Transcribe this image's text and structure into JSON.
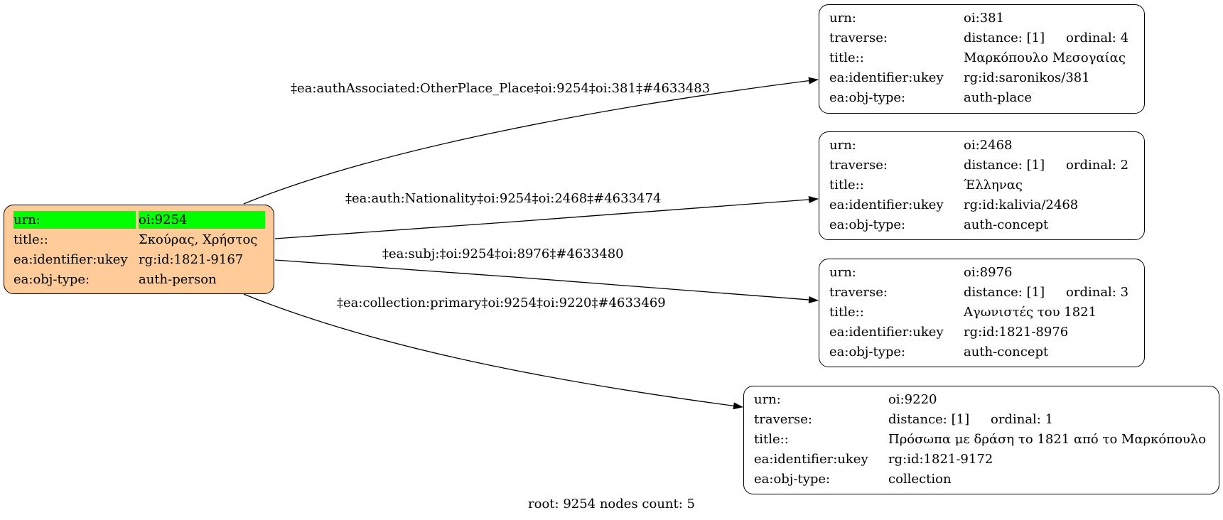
{
  "root": {
    "rows": [
      {
        "key": "urn:",
        "value": "oi:9254",
        "highlight": true
      },
      {
        "key": "title::",
        "value": "Σκούρας, Χρήστος"
      },
      {
        "key": "ea:identifier:ukey",
        "value": "rg:id:1821-9167"
      },
      {
        "key": "ea:obj-type:",
        "value": "auth-person"
      }
    ],
    "fill_color": "#ffcc99",
    "highlight_color": "#00ff00"
  },
  "targets": [
    {
      "urn_key": "urn:",
      "urn": "oi:381",
      "traverse_key": "traverse:",
      "distance": "distance: [1]",
      "ordinal": "ordinal: 4",
      "title_key": "title::",
      "title": "Μαρκόπουλο Μεσογαίας",
      "ukey_key": "ea:identifier:ukey",
      "ukey": "rg:id:saronikos/381",
      "type_key": "ea:obj-type:",
      "type": "auth-place",
      "edge_label": "‡ea:authAssociated:OtherPlace_Place‡oi:9254‡oi:381‡#4633483"
    },
    {
      "urn_key": "urn:",
      "urn": "oi:2468",
      "traverse_key": "traverse:",
      "distance": "distance: [1]",
      "ordinal": "ordinal: 2",
      "title_key": "title::",
      "title": "Έλληνας",
      "ukey_key": "ea:identifier:ukey",
      "ukey": "rg:id:kalivia/2468",
      "type_key": "ea:obj-type:",
      "type": "auth-concept",
      "edge_label": "‡ea:auth:Nationality‡oi:9254‡oi:2468‡#4633474"
    },
    {
      "urn_key": "urn:",
      "urn": "oi:8976",
      "traverse_key": "traverse:",
      "distance": "distance: [1]",
      "ordinal": "ordinal: 3",
      "title_key": "title::",
      "title": "Αγωνιστές του 1821",
      "ukey_key": "ea:identifier:ukey",
      "ukey": "rg:id:1821-8976",
      "type_key": "ea:obj-type:",
      "type": "auth-concept",
      "edge_label": "‡ea:subj:‡oi:9254‡oi:8976‡#4633480"
    },
    {
      "urn_key": "urn:",
      "urn": "oi:9220",
      "traverse_key": "traverse:",
      "distance": "distance: [1]",
      "ordinal": "ordinal: 1",
      "title_key": "title::",
      "title": "Πρόσωπα με δράση το 1821 από το Μαρκόπουλο",
      "ukey_key": "ea:identifier:ukey",
      "ukey": "rg:id:1821-9172",
      "type_key": "ea:obj-type:",
      "type": "collection",
      "edge_label": "‡ea:collection:primary‡oi:9254‡oi:9220‡#4633469"
    }
  ],
  "footer": "root: 9254 nodes count: 5"
}
